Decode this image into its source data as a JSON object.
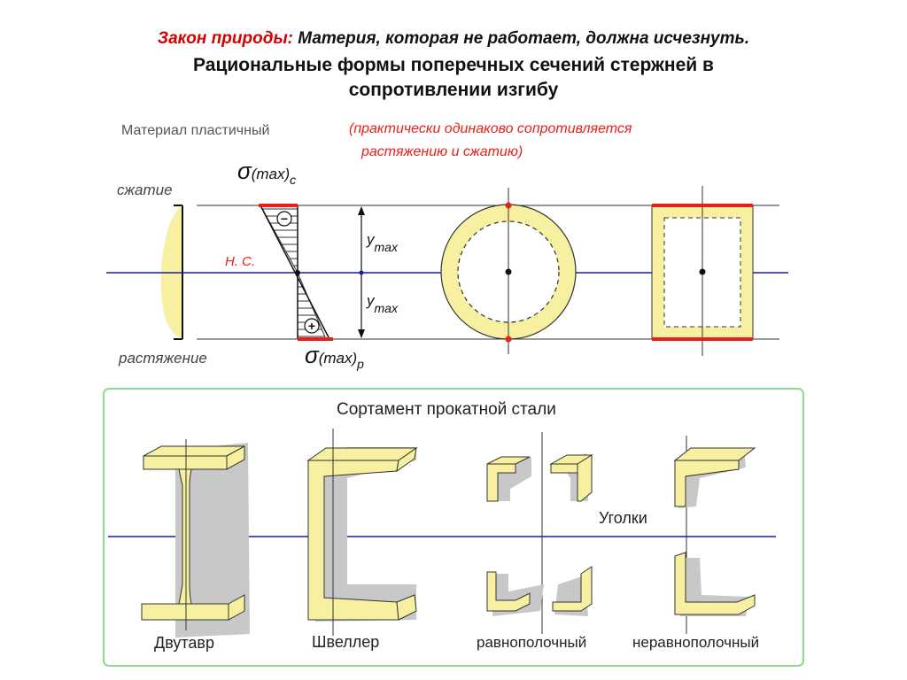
{
  "header": {
    "law_label": "Закон природы:",
    "law_text": " Материя, которая не работает, должна исчезнуть.",
    "title_line1": "Рациональные формы поперечных сечений стержней в",
    "title_line2": "сопротивлении изгибу"
  },
  "top_diagram": {
    "material_label": "Материал пластичный",
    "note_line1": "(практически одинаково сопротивляется",
    "note_line2": "растяжению и сжатию)",
    "compression_label": "сжатие",
    "tension_label": "растяжение",
    "neutral_axis_label": "Н. С.",
    "sigma_c": {
      "symbol": "σ",
      "sub": "(max)",
      "idx": "c"
    },
    "sigma_p": {
      "symbol": "σ",
      "sub": "(max)",
      "idx": "p"
    },
    "ymax_upper": {
      "y": "y",
      "sub": "max"
    },
    "ymax_lower": {
      "y": "y",
      "sub": "max"
    },
    "minus_sign": "−",
    "plus_sign": "+"
  },
  "sortament": {
    "title": "Сортамент прокатной стали",
    "angles_label": "Уголки",
    "items": [
      {
        "name": "i-beam",
        "label": "Двутавр"
      },
      {
        "name": "channel",
        "label": "Швеллер"
      },
      {
        "name": "equal-angle",
        "label": "равнополочный"
      },
      {
        "name": "unequal-angle",
        "label": "неравнополочный"
      }
    ]
  },
  "colors": {
    "accent_red": "#e8201a",
    "fill_yellow": "#f6f0a0",
    "axis_blue": "#1a1aa8",
    "frame_green": "#8fd88f",
    "shadow_gray": "#c8c8c8"
  }
}
